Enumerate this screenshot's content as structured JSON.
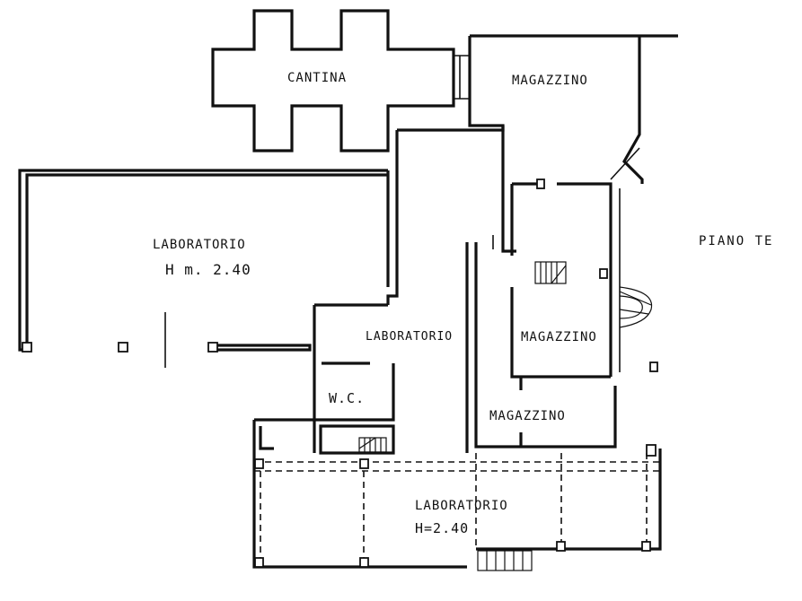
{
  "rooms": {
    "cantina": "CANTINA",
    "magazzino_top": "MAGAZZINO",
    "laboratorio_big": "LABORATORIO",
    "laboratorio_big_height": "H m. 2.40",
    "laboratorio_mid": "LABORATORIO",
    "magazzino_mid": "MAGAZZINO",
    "wc": "W.C.",
    "magazzino_low": "MAGAZZINO",
    "laboratorio_bottom": "LABORATORIO",
    "laboratorio_bottom_height": "H=2.40"
  },
  "floor_label": "PIANO TE"
}
